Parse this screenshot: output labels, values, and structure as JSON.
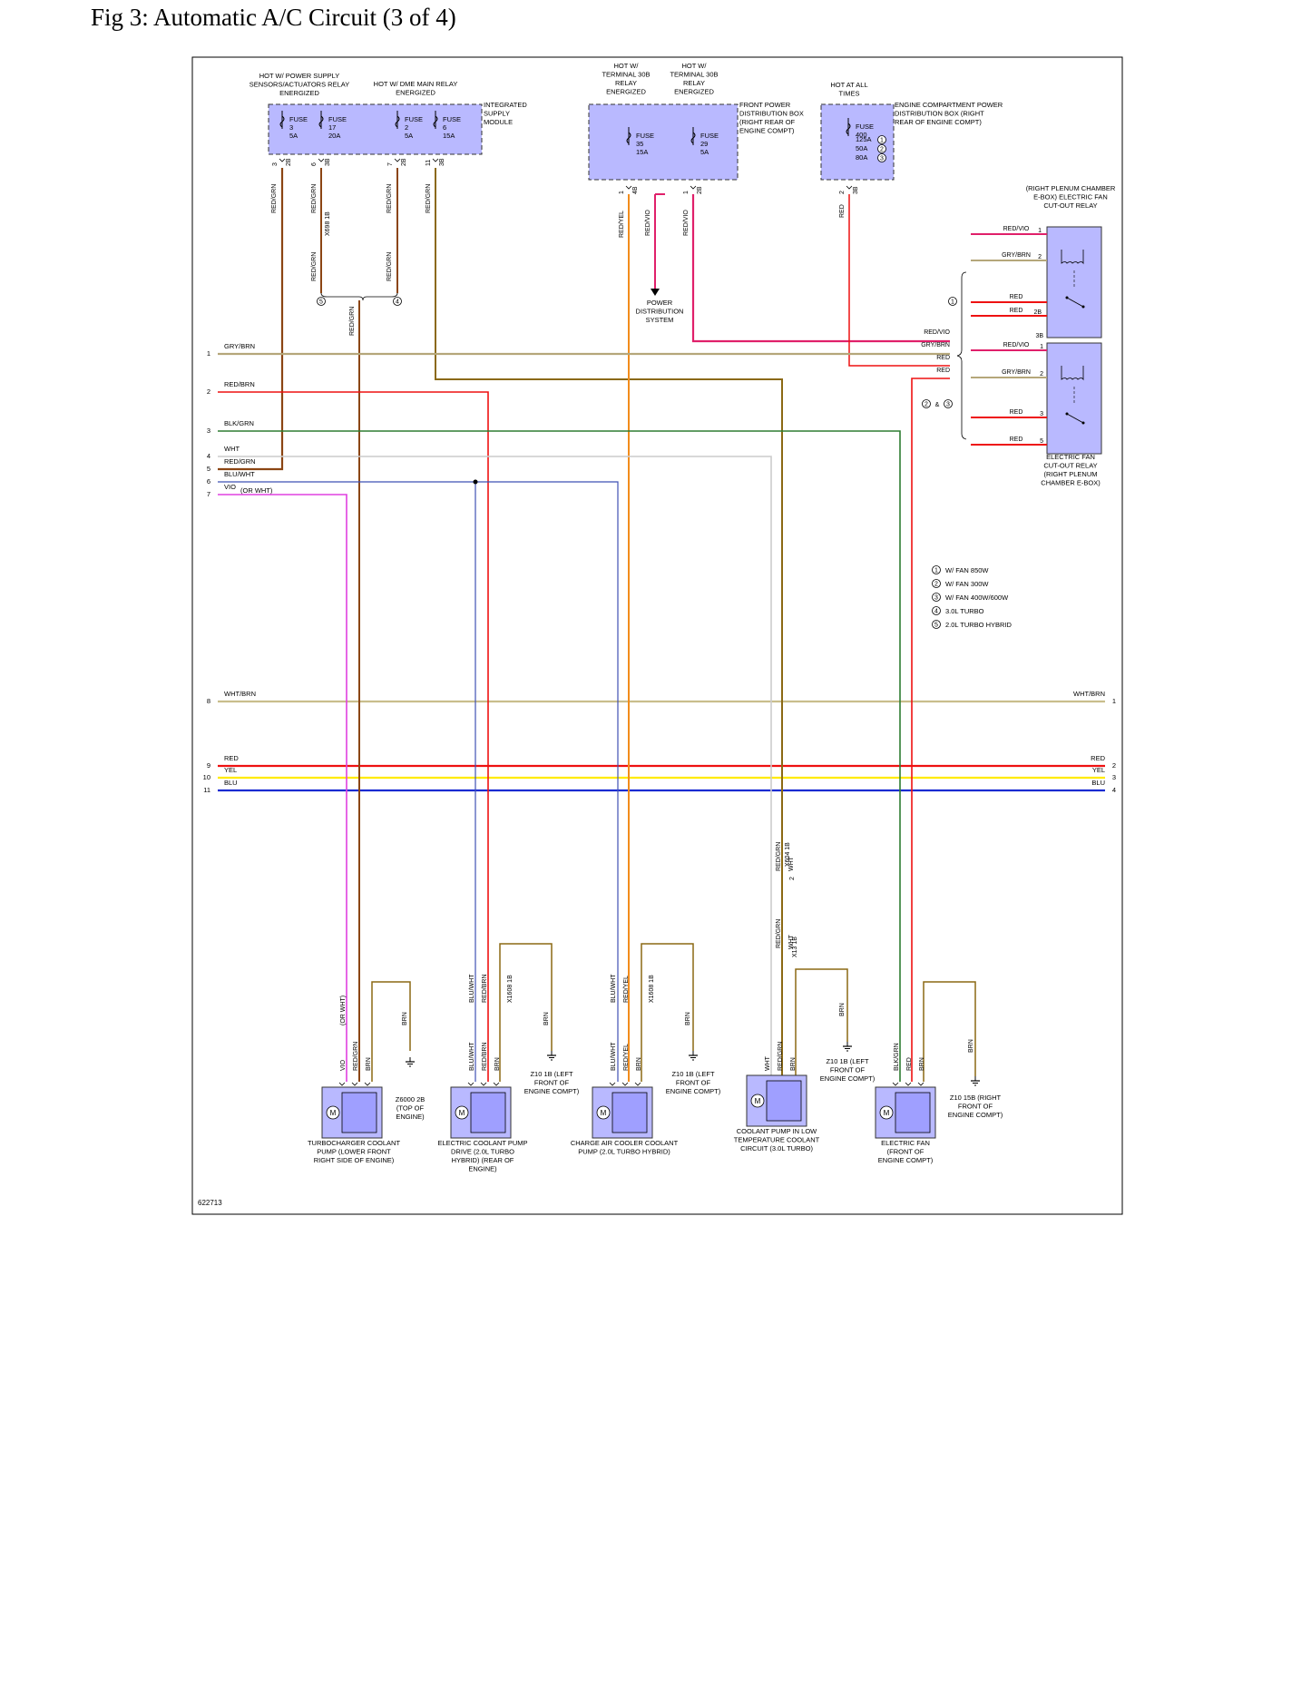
{
  "title": "Fig 3: Automatic A/C Circuit (3 of 4)",
  "figure_id": "622713",
  "colors": {
    "fuse_box_fill": "#b9b9ff",
    "red_grn": "#8b4513",
    "brn": "#8b6914",
    "gry_brn": "#b5a77a",
    "red": "#ee1111",
    "blk_grn": "#2e7d32",
    "wht": "#cccccc",
    "blu_wht": "#3f51b5",
    "vio": "#e040e0",
    "red_yel": "#f28c1c",
    "red_vio": "#e0206a",
    "yel": "#ffeb00",
    "blu": "#1a2bd1",
    "wht_brn": "#c9be8c"
  },
  "supply": {
    "power_supply_relay": "HOT W/ POWER SUPPLY SENSORS/ACTUATORS RELAY ENERGIZED",
    "dme_main_relay": "HOT W/ DME MAIN RELAY ENERGIZED",
    "integrated_supply_module": "INTEGRATED SUPPLY MODULE",
    "terminal_30b_a": "HOT W/ TERMINAL 30B RELAY ENERGIZED",
    "terminal_30b_b": "HOT W/ TERMINAL 30B RELAY ENERGIZED",
    "front_pdb": "FRONT POWER DISTRIBUTION BOX (RIGHT REAR OF ENGINE COMPT)",
    "hot_at_all_times": "HOT AT ALL TIMES",
    "engine_compt_pdb": "ENGINE COMPARTMENT POWER DISTRIBUTION BOX (RIGHT REAR OF ENGINE COMPT)",
    "power_distribution_system": "POWER DISTRIBUTION SYSTEM"
  },
  "fuses": [
    {
      "label": "FUSE",
      "num": "3",
      "amp": "5A"
    },
    {
      "label": "FUSE",
      "num": "17",
      "amp": "20A"
    },
    {
      "label": "FUSE",
      "num": "2",
      "amp": "5A"
    },
    {
      "label": "FUSE",
      "num": "6",
      "amp": "15A"
    },
    {
      "label": "FUSE",
      "num": "35",
      "amp": "15A"
    },
    {
      "label": "FUSE",
      "num": "29",
      "amp": "5A"
    },
    {
      "label": "FUSE",
      "num": "400",
      "amps": [
        "125A",
        "50A",
        "80A"
      ]
    }
  ],
  "relays": {
    "upper_title": "(RIGHT PLENUM CHAMBER E-BOX) ELECTRIC FAN CUT-OUT RELAY",
    "lower_title": "ELECTRIC FAN CUT-OUT RELAY (RIGHT PLENUM CHAMBER E-BOX)",
    "amp": "&"
  },
  "bus_left": [
    {
      "pin": "1",
      "wire": "GRY/BRN"
    },
    {
      "pin": "2",
      "wire": "RED/BRN"
    },
    {
      "pin": "3",
      "wire": "BLK/GRN"
    },
    {
      "pin": "4",
      "wire": "WHT"
    },
    {
      "pin": "5",
      "wire": "RED/GRN"
    },
    {
      "pin": "6",
      "wire": "BLU/WHT"
    },
    {
      "pin": "7",
      "wire": "VIO",
      "note": "(OR WHT)"
    },
    {
      "pin": "8",
      "wire": "WHT/BRN"
    },
    {
      "pin": "9",
      "wire": "RED"
    },
    {
      "pin": "10",
      "wire": "YEL"
    },
    {
      "pin": "11",
      "wire": "BLU"
    }
  ],
  "bus_right": [
    {
      "pin": "1",
      "wire": "WHT/BRN"
    },
    {
      "pin": "2",
      "wire": "RED"
    },
    {
      "pin": "3",
      "wire": "YEL"
    },
    {
      "pin": "4",
      "wire": "BLU"
    }
  ],
  "relay_wires": {
    "red_vio": "RED/VIO",
    "gry_brn": "GRY/BRN",
    "red": "RED",
    "red_grn": "RED/GRN",
    "red_yel": "RED/YEL",
    "brn": "BRN",
    "wht": "WHT",
    "blk_grn": "BLK/GRN",
    "blu_wht": "BLU/WHT",
    "red_brn": "RED/BRN",
    "vio": "VIO",
    "or_wht": "(OR WHT)"
  },
  "connectors": {
    "x698": "X698 1B",
    "x1608": "X1608 1B",
    "x604": "X604 1B",
    "x13": "X13 1B",
    "pin_2b": "2B",
    "pin_3b": "3B",
    "pin_4b": "4B"
  },
  "legend": [
    {
      "num": "1",
      "text": "W/ FAN 850W"
    },
    {
      "num": "2",
      "text": "W/ FAN 300W"
    },
    {
      "num": "3",
      "text": "W/ FAN 400W/600W"
    },
    {
      "num": "4",
      "text": "3.0L TURBO"
    },
    {
      "num": "5",
      "text": "2.0L TURBO HYBRID"
    }
  ],
  "grounds": {
    "g_top": "Z6000 2B (TOP OF ENGINE)",
    "g_lf_a": "Z10 1B (LEFT FRONT OF ENGINE COMPT)",
    "g_lf_b": "Z10 1B (LEFT FRONT OF ENGINE COMPT)",
    "g_lf_c": "Z10 1B (LEFT FRONT OF ENGINE COMPT)",
    "g_rf": "Z10 15B (RIGHT FRONT OF ENGINE COMPT)"
  },
  "components": {
    "turbo_pump": "TURBOCHARGER COOLANT PUMP (LOWER FRONT RIGHT SIDE OF ENGINE)",
    "elec_pump": "ELECTRIC COOLANT PUMP DRIVE (2.0L TURBO HYBRID) (REAR OF ENGINE)",
    "cac_pump": "CHARGE AIR COOLER COOLANT PUMP (2.0L TURBO HYBRID)",
    "lt_pump": "COOLANT PUMP IN LOW TEMPERATURE COOLANT CIRCUIT (3.0L TURBO)",
    "fan": "ELECTRIC FAN (FRONT OF ENGINE COMPT)",
    "motor": "M"
  }
}
